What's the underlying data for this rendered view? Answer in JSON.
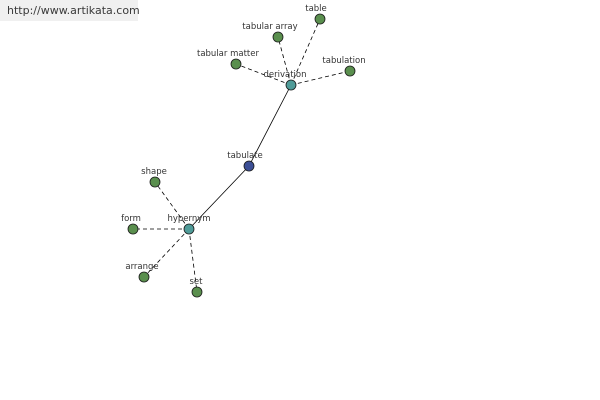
{
  "watermark": "http://www.artikata.com",
  "colors": {
    "leaf": "#5a8f4e",
    "hub": "#4f9b98",
    "center": "#3c4f96",
    "edge": "#000000"
  },
  "nodes": [
    {
      "id": "tabulate",
      "label": "tabulate",
      "kind": "center"
    },
    {
      "id": "derivation",
      "label": "derivation",
      "kind": "hub"
    },
    {
      "id": "hypernym",
      "label": "hypernym",
      "kind": "hub"
    },
    {
      "id": "table",
      "label": "table",
      "kind": "leaf"
    },
    {
      "id": "tabular-array",
      "label": "tabular array",
      "kind": "leaf"
    },
    {
      "id": "tabular-matter",
      "label": "tabular matter",
      "kind": "leaf"
    },
    {
      "id": "tabulation",
      "label": "tabulation",
      "kind": "leaf"
    },
    {
      "id": "shape",
      "label": "shape",
      "kind": "leaf"
    },
    {
      "id": "form",
      "label": "form",
      "kind": "leaf"
    },
    {
      "id": "arrange",
      "label": "arrange",
      "kind": "leaf"
    },
    {
      "id": "set",
      "label": "set",
      "kind": "leaf"
    }
  ],
  "edges": [
    {
      "from": "tabulate",
      "to": "derivation",
      "style": "solid"
    },
    {
      "from": "tabulate",
      "to": "hypernym",
      "style": "solid"
    },
    {
      "from": "derivation",
      "to": "table",
      "style": "dashed"
    },
    {
      "from": "derivation",
      "to": "tabular-array",
      "style": "dashed"
    },
    {
      "from": "derivation",
      "to": "tabular-matter",
      "style": "dashed"
    },
    {
      "from": "derivation",
      "to": "tabulation",
      "style": "dashed"
    },
    {
      "from": "hypernym",
      "to": "shape",
      "style": "dashed"
    },
    {
      "from": "hypernym",
      "to": "form",
      "style": "dashed"
    },
    {
      "from": "hypernym",
      "to": "arrange",
      "style": "dashed"
    },
    {
      "from": "hypernym",
      "to": "set",
      "style": "dashed"
    }
  ]
}
